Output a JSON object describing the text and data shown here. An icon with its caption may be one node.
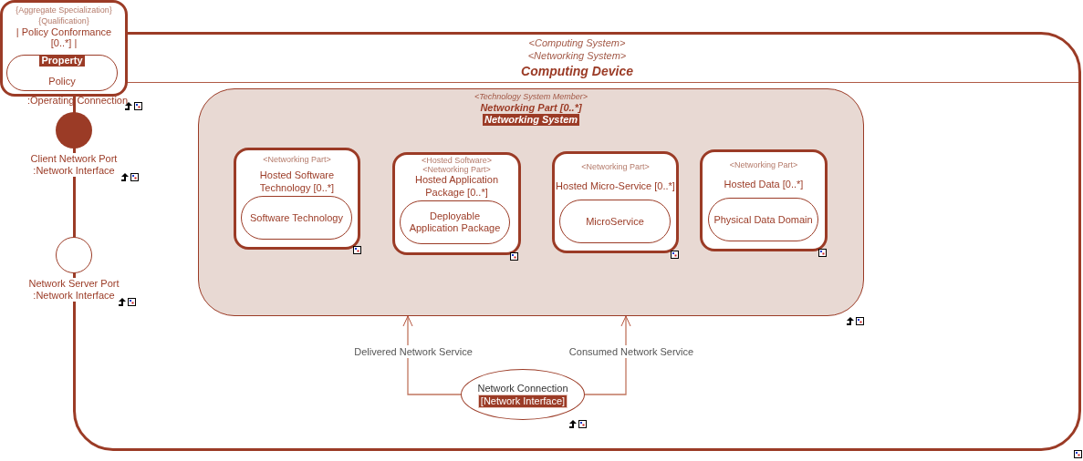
{
  "diagram": {
    "nodes": [
      {
        "text": [
          "<Computing System>",
          "<Networking System>",
          "Computing Device"
        ]
      },
      {
        "text": [
          "{Aggregate Specialization}",
          "{Qualification}",
          "| Policy Conformance [0..*] |"
        ]
      },
      {
        "text": [
          "Property",
          "Policy"
        ],
        "in": 1
      },
      {
        "text": [],
        "shape": "circle",
        "beside": [
          "Client Network Port :Network Interface"
        ]
      },
      {
        "text": [],
        "shape": "circle",
        "beside": [
          "Network Server Port :Network Interface"
        ]
      },
      {
        "text": [
          "<Technology System Member>",
          "Networking Part [0..*]",
          "Networking System"
        ],
        "in": 0
      },
      {
        "text": [
          "<Networking Part>",
          "Hosted Software Technology [0..*]"
        ],
        "in": 5
      },
      {
        "text": [
          "Software Technology"
        ],
        "in": 6
      },
      {
        "text": [
          "<Hosted Software>",
          "<Networking Part>",
          "Hosted Application Package [0..*]"
        ],
        "in": 5
      },
      {
        "text": [
          "Deployable Application Package"
        ],
        "in": 8
      },
      {
        "text": [
          "<Networking Part>",
          "Hosted Micro-Service [0..*]"
        ],
        "in": 5
      },
      {
        "text": [
          "MicroService"
        ],
        "in": 10
      },
      {
        "text": [
          "<Networking Part>",
          "Hosted Data [0..*]"
        ],
        "in": 5
      },
      {
        "text": [
          "Physical Data Domain"
        ],
        "in": 12
      },
      {
        "text": [
          "Network Connection",
          "[Network Interface]"
        ],
        "in": 0
      }
    ],
    "edges": [
      {
        "from": 14,
        "to": 5,
        "arrow": "to",
        "label": "Delivered Network Service"
      },
      {
        "from": 14,
        "to": 5,
        "arrow": "to",
        "label": "Consumed Network Service"
      }
    ],
    "labels": [
      ":Operating Connection"
    ]
  }
}
